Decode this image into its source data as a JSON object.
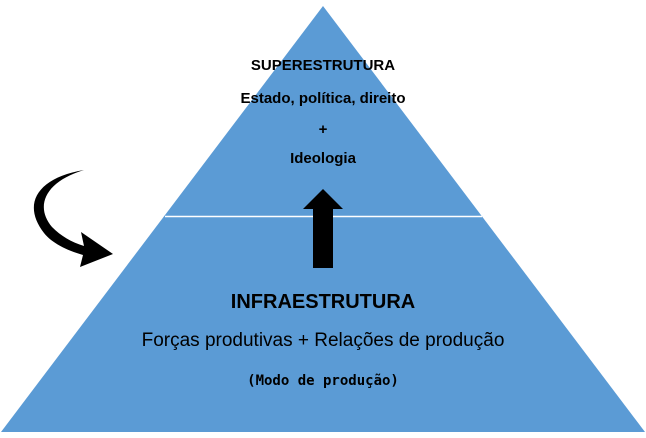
{
  "colors": {
    "pyramid_fill": "#5b9bd5",
    "divider": "#ffffff",
    "arrow": "#000000",
    "text": "#000000"
  },
  "superstructure": {
    "title": "SUPERESTRUTURA",
    "line2": "Estado, política, direito",
    "plus": "+",
    "line3": "Ideologia"
  },
  "infrastructure": {
    "title": "INFRAESTRUTURA",
    "line2": "Forças produtivas + Relações de produção",
    "line3": "(Modo de produção)"
  },
  "icons": {
    "up_arrow": "up-arrow-icon",
    "curved_arrow": "curved-arrow-icon"
  }
}
